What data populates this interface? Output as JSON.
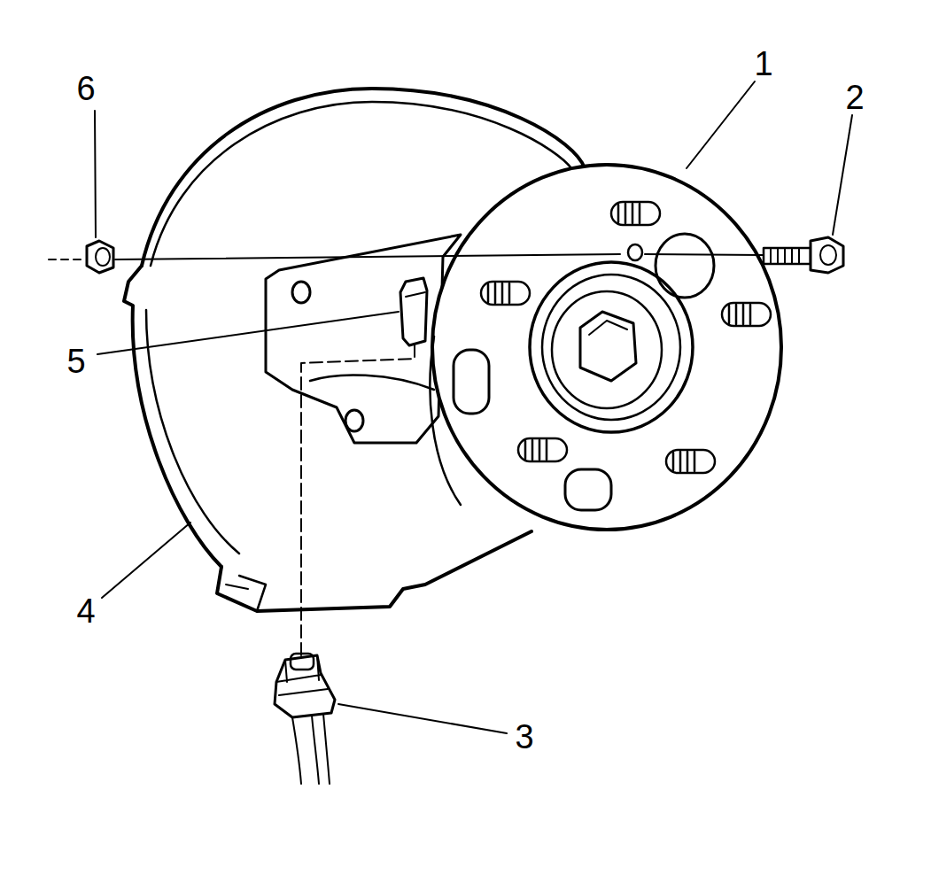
{
  "diagram": {
    "labels": [
      "6",
      "1",
      "2",
      "5",
      "4",
      "3"
    ]
  }
}
